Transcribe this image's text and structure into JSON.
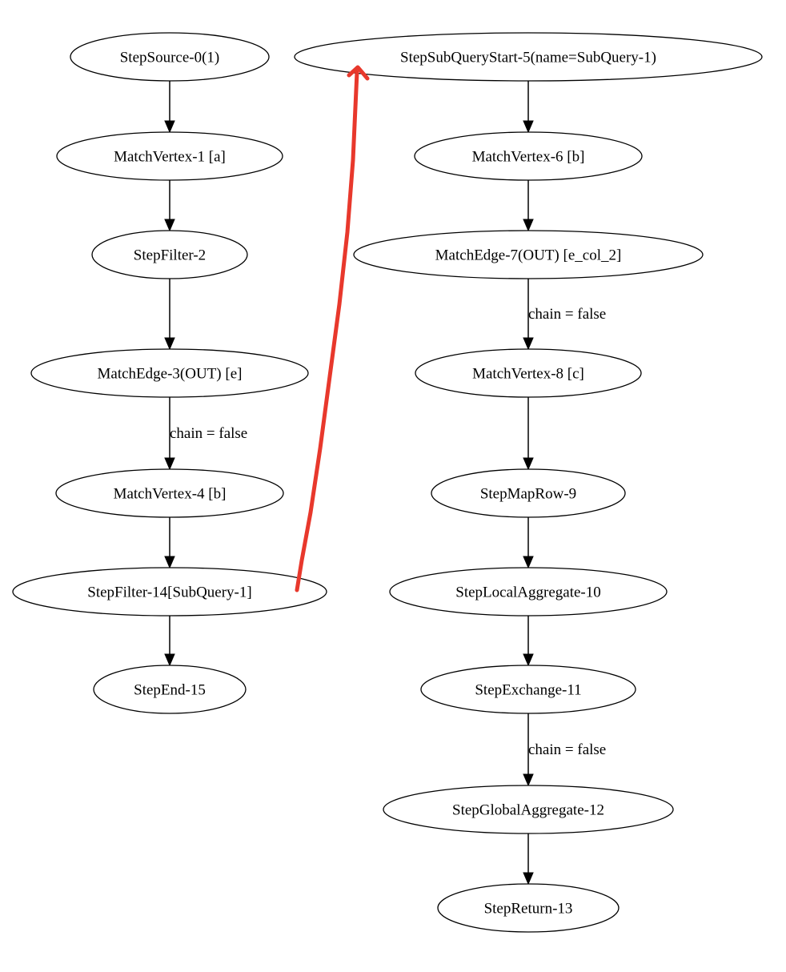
{
  "nodes": [
    {
      "id": "n0",
      "label": "StepSource-0(1)"
    },
    {
      "id": "n1",
      "label": "MatchVertex-1 [a]"
    },
    {
      "id": "n2",
      "label": "StepFilter-2"
    },
    {
      "id": "n3",
      "label": "MatchEdge-3(OUT) [e]"
    },
    {
      "id": "n4",
      "label": "MatchVertex-4 [b]"
    },
    {
      "id": "n14",
      "label": "StepFilter-14[SubQuery-1]"
    },
    {
      "id": "n15",
      "label": "StepEnd-15"
    },
    {
      "id": "n5",
      "label": "StepSubQueryStart-5(name=SubQuery-1)"
    },
    {
      "id": "n6",
      "label": "MatchVertex-6 [b]"
    },
    {
      "id": "n7",
      "label": "MatchEdge-7(OUT) [e_col_2]"
    },
    {
      "id": "n8",
      "label": "MatchVertex-8 [c]"
    },
    {
      "id": "n9",
      "label": "StepMapRow-9"
    },
    {
      "id": "n10",
      "label": "StepLocalAggregate-10"
    },
    {
      "id": "n11",
      "label": "StepExchange-11"
    },
    {
      "id": "n12",
      "label": "StepGlobalAggregate-12"
    },
    {
      "id": "n13",
      "label": "StepReturn-13"
    }
  ],
  "edges": [
    {
      "from": "n0",
      "to": "n1",
      "label": ""
    },
    {
      "from": "n1",
      "to": "n2",
      "label": ""
    },
    {
      "from": "n2",
      "to": "n3",
      "label": ""
    },
    {
      "from": "n3",
      "to": "n4",
      "label": "chain = false"
    },
    {
      "from": "n4",
      "to": "n14",
      "label": ""
    },
    {
      "from": "n14",
      "to": "n15",
      "label": ""
    },
    {
      "from": "n5",
      "to": "n6",
      "label": ""
    },
    {
      "from": "n6",
      "to": "n7",
      "label": ""
    },
    {
      "from": "n7",
      "to": "n8",
      "label": "chain = false"
    },
    {
      "from": "n8",
      "to": "n9",
      "label": ""
    },
    {
      "from": "n9",
      "to": "n10",
      "label": ""
    },
    {
      "from": "n10",
      "to": "n11",
      "label": ""
    },
    {
      "from": "n11",
      "to": "n12",
      "label": "chain = false"
    },
    {
      "from": "n12",
      "to": "n13",
      "label": ""
    }
  ],
  "annotation": {
    "from": "n14",
    "to": "n5",
    "color": "#e8382c"
  }
}
